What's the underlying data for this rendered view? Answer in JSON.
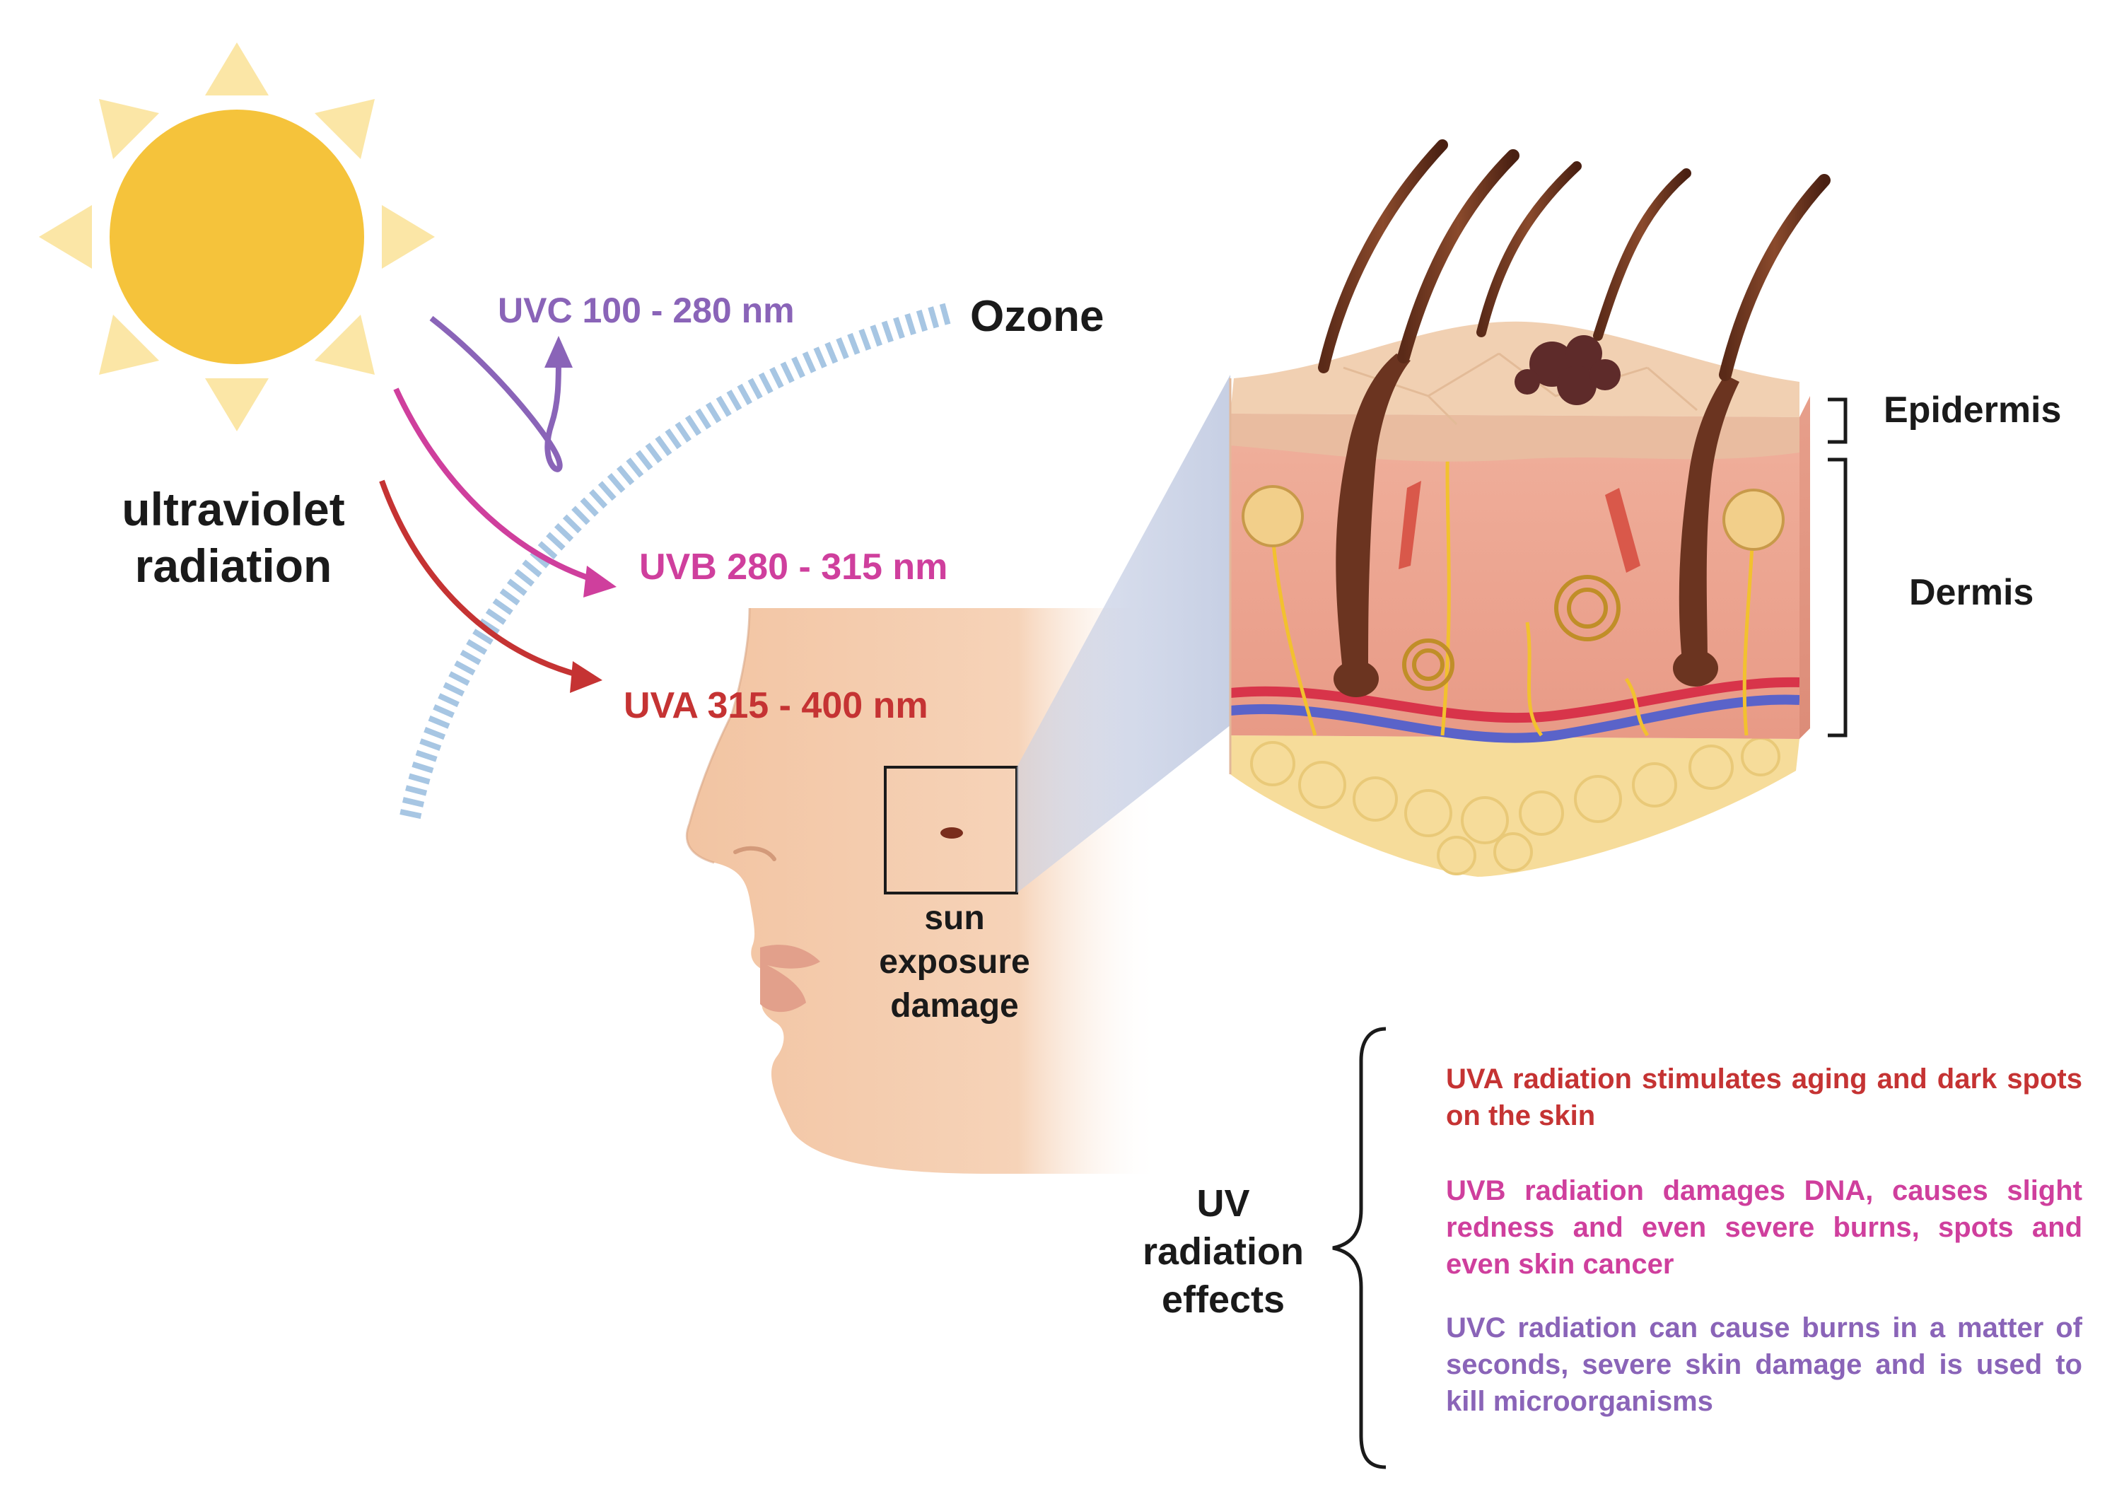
{
  "title": {
    "line1": "ultraviolet",
    "line2": "radiation"
  },
  "ozone_label": "Ozone",
  "bands": {
    "uvc": {
      "label": "UVC 100 - 280 nm",
      "color": "#8a64b8"
    },
    "uvb": {
      "label": "UVB 280 - 315 nm",
      "color": "#cf3f9d"
    },
    "uva": {
      "label": "UVA 315 - 400 nm",
      "color": "#c53333"
    }
  },
  "face": {
    "inset_label": [
      "sun",
      "exposure",
      "damage"
    ]
  },
  "skin_layers": {
    "epidermis": "Epidermis",
    "dermis": "Dermis"
  },
  "effects": {
    "title": [
      "UV",
      "radiation",
      "effects"
    ],
    "items": [
      {
        "band": "UVA",
        "text": "UVA radiation stimulates aging and dark spots on the skin",
        "color": "#c53333"
      },
      {
        "band": "UVB",
        "text": "UVB radiation damages DNA, causes slight redness and even severe burns, spots and even skin cancer",
        "color": "#cf3f9d"
      },
      {
        "band": "UVC",
        "text": "UVC radiation can cause burns in a matter of seconds, severe skin damage and is used to kill microorganisms",
        "color": "#8a64b8"
      }
    ]
  },
  "colors": {
    "sun": "#f5c33b",
    "sun_rays": "#fbe6a6",
    "ozone": "#a7c6e3",
    "skin": "#f3c7a6",
    "epidermis": "#f1d0b2",
    "dermis": "#eaa38f",
    "fat": "#f6dc9a"
  }
}
